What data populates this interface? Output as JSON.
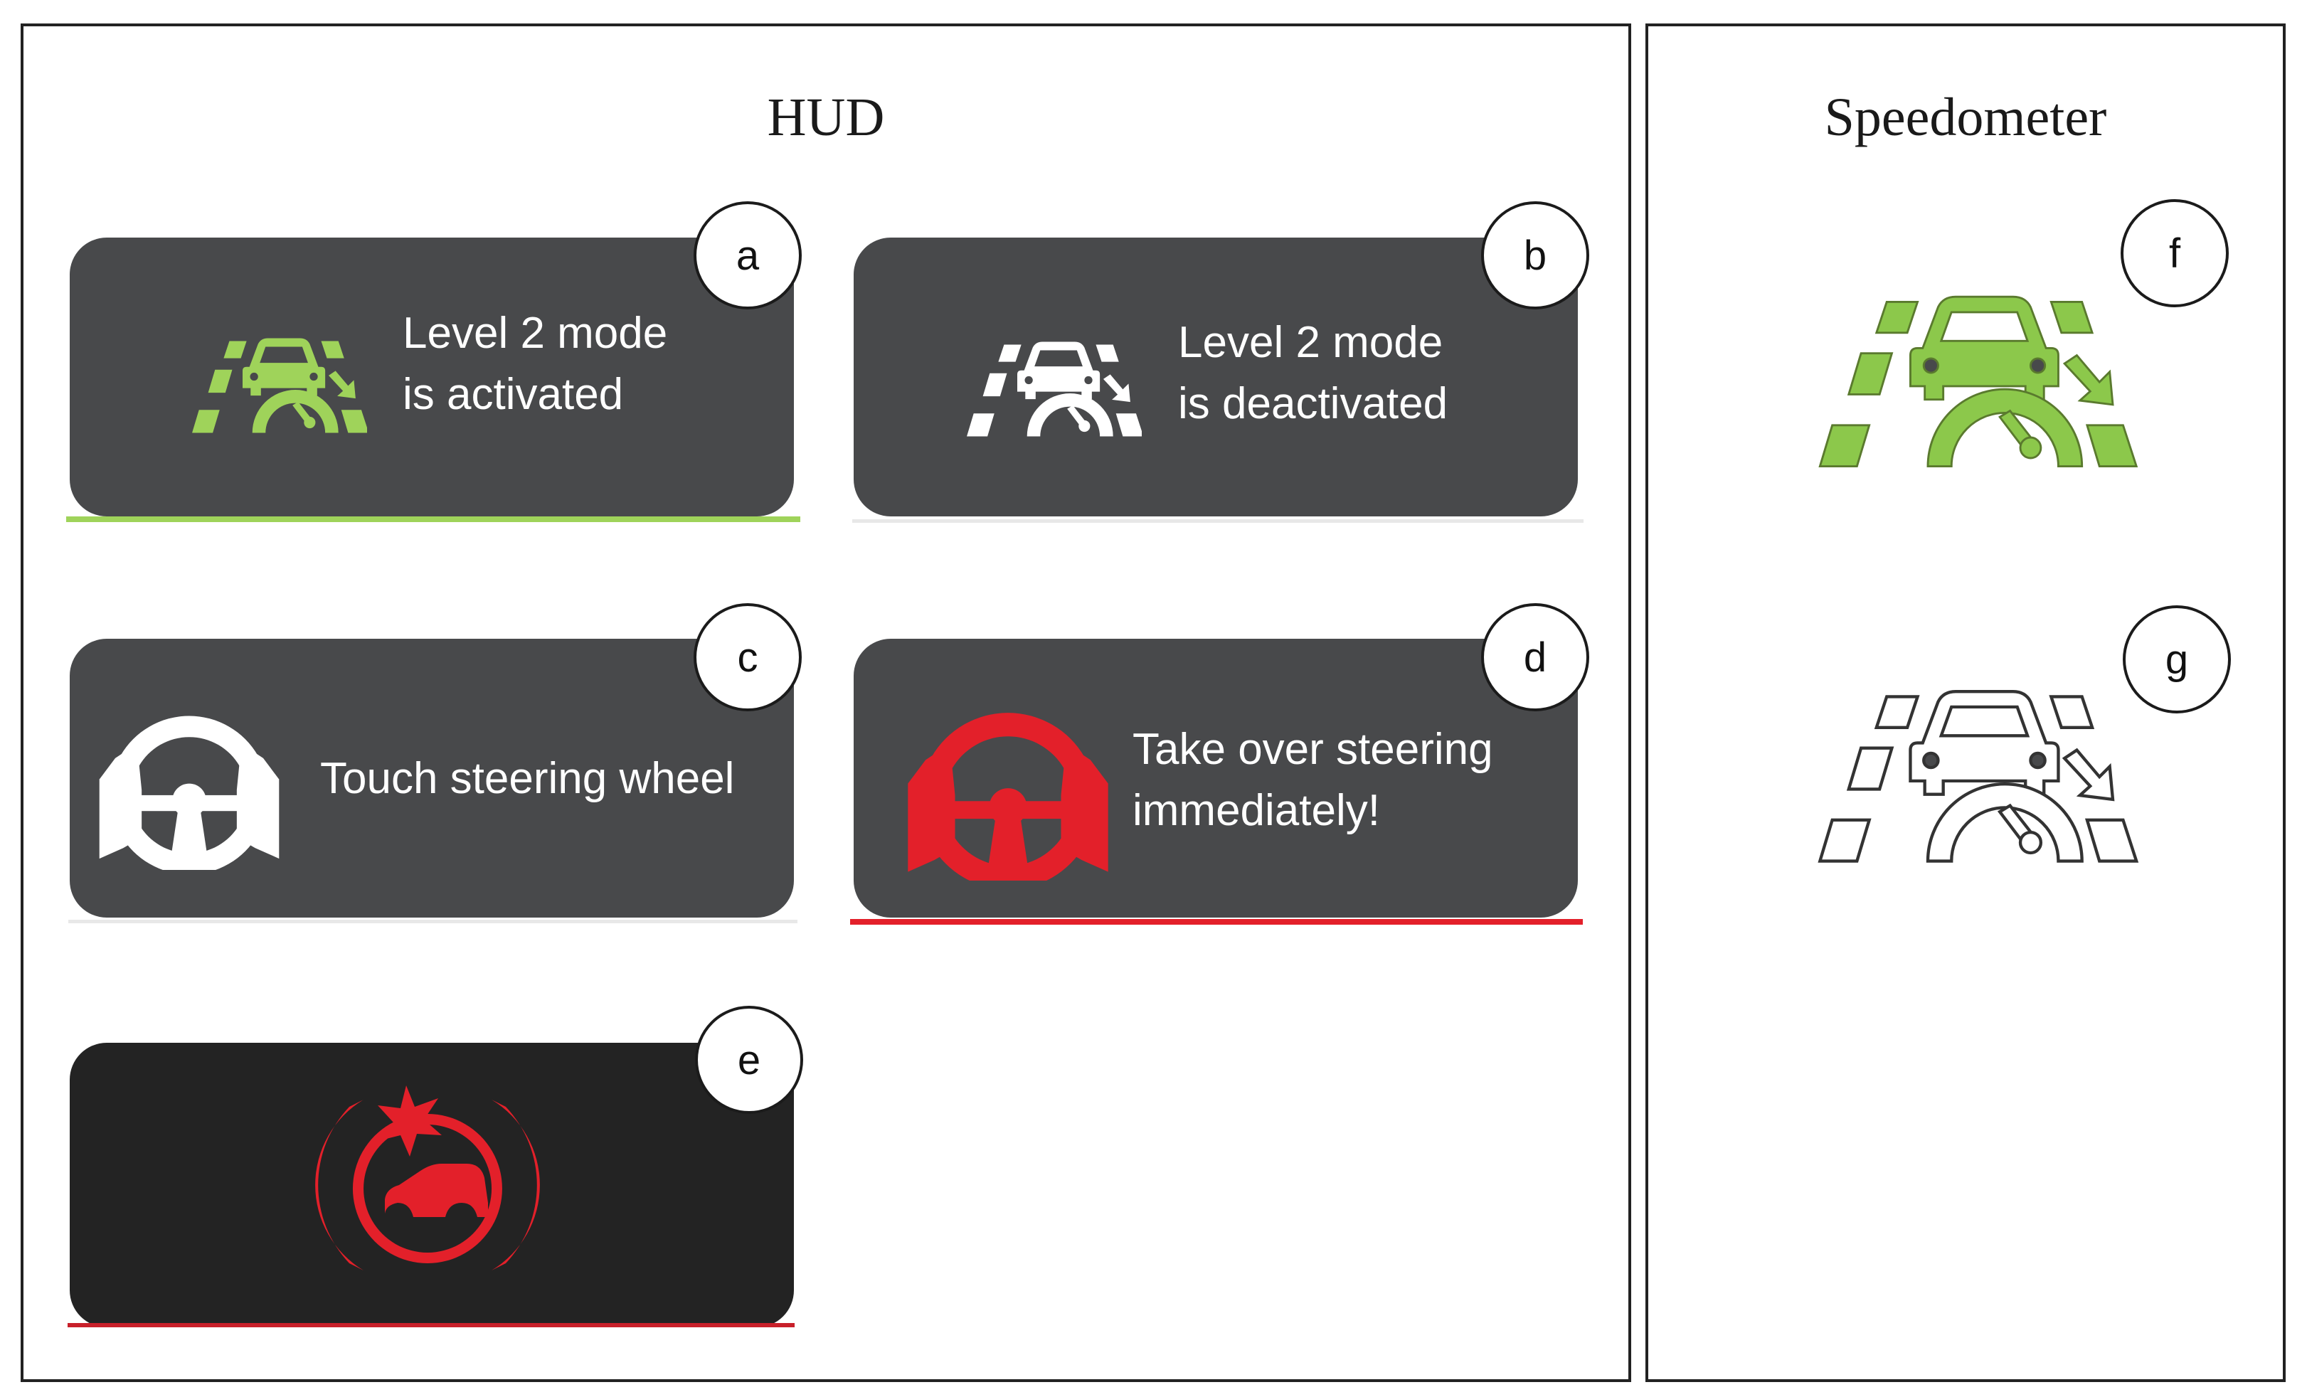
{
  "panels": {
    "hud": {
      "title": "HUD"
    },
    "speedometer": {
      "title": "Speedometer"
    }
  },
  "cards": {
    "a": {
      "letter": "a",
      "text": "Level 2 mode\nis activated",
      "icon": "lane-car-speed-icon",
      "accent": "#9fd35a"
    },
    "b": {
      "letter": "b",
      "text": "Level 2 mode\nis deactivated",
      "icon": "lane-car-speed-icon",
      "accent": "#ffffff"
    },
    "c": {
      "letter": "c",
      "text": "Touch steering wheel",
      "icon": "hands-on-steering-wheel-icon",
      "accent": "#ffffff"
    },
    "d": {
      "letter": "d",
      "text": "Take over steering\nimmediately!",
      "icon": "hands-on-steering-wheel-icon",
      "accent": "#e3202a"
    },
    "e": {
      "letter": "e",
      "icon": "collision-warning-icon",
      "accent": "#e3202a"
    }
  },
  "speedometer_icons": {
    "f": {
      "letter": "f",
      "icon": "lane-car-speed-icon",
      "style": "green-filled",
      "accent": "#8cc84b"
    },
    "g": {
      "letter": "g",
      "icon": "lane-car-speed-icon",
      "style": "outline",
      "accent": "#333333"
    }
  },
  "colors": {
    "card_bg": "#48494b",
    "card_dark_bg": "#232323",
    "green": "#9fd35a",
    "red": "#e3202a"
  }
}
